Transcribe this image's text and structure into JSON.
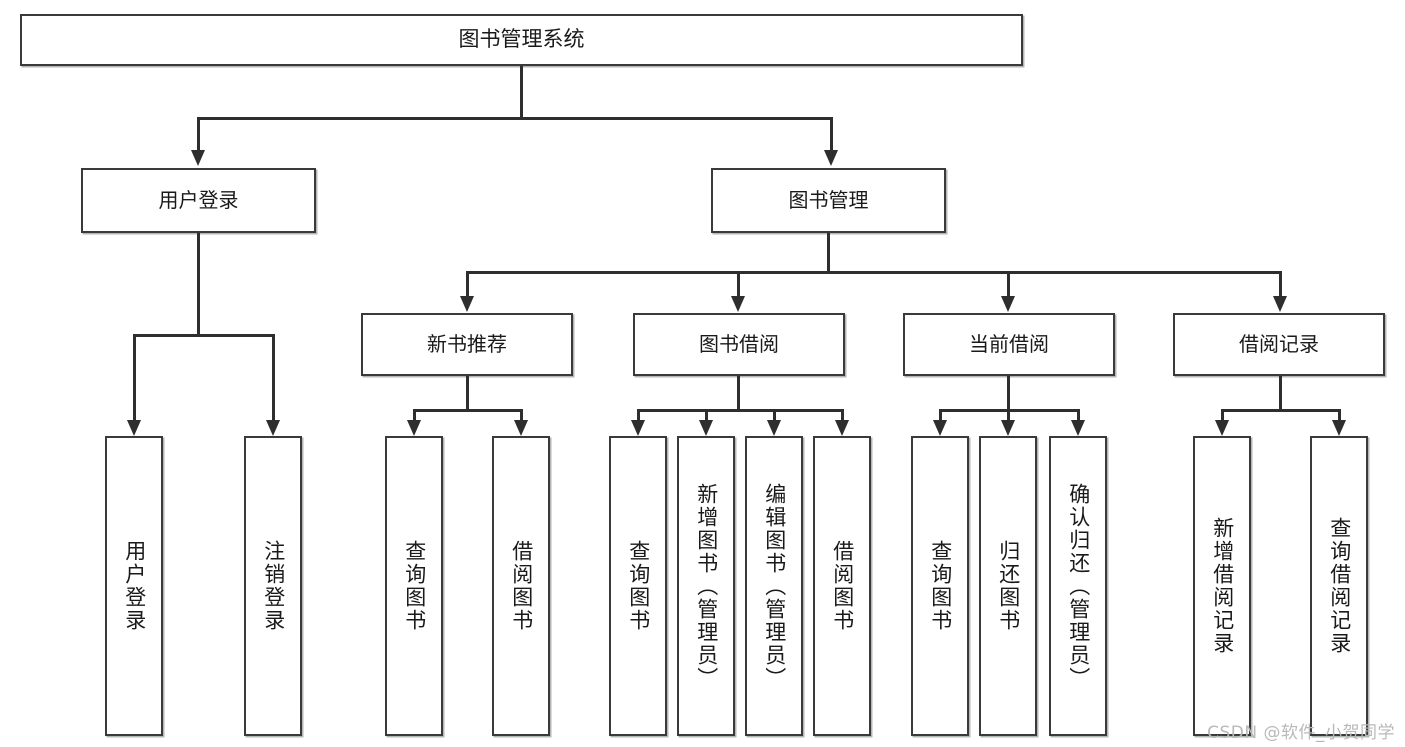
{
  "diagram": {
    "title": "图书管理系统",
    "type": "tree",
    "root": {
      "label": "图书管理系统"
    },
    "level2": [
      {
        "label": "用户登录"
      },
      {
        "label": "图书管理"
      }
    ],
    "level3": [
      {
        "label": "新书推荐"
      },
      {
        "label": "图书借阅"
      },
      {
        "label": "当前借阅"
      },
      {
        "label": "借阅记录"
      }
    ],
    "leaves": {
      "user_login": [
        {
          "label": "用户登录"
        },
        {
          "label": "注销登录"
        }
      ],
      "new_book_recommend": [
        {
          "label": "查询图书"
        },
        {
          "label": "借阅图书"
        }
      ],
      "book_borrow": [
        {
          "label": "查询图书"
        },
        {
          "label": "新增图书（管理员）"
        },
        {
          "label": "编辑图书（管理员）"
        },
        {
          "label": "借阅图书"
        }
      ],
      "current_borrow": [
        {
          "label": "查询图书"
        },
        {
          "label": "归还图书"
        },
        {
          "label": "确认归还（管理员）"
        }
      ],
      "borrow_record": [
        {
          "label": "新增借阅记录"
        },
        {
          "label": "查询借阅记录"
        }
      ]
    }
  },
  "watermark": {
    "text": "CSDN @软件_小贺同学"
  },
  "colors": {
    "box_border": "#3a3a3a",
    "edge": "#2e2e2e",
    "background": "#ffffff",
    "text": "#1a1a1a",
    "watermark": "#b9b9b9"
  }
}
